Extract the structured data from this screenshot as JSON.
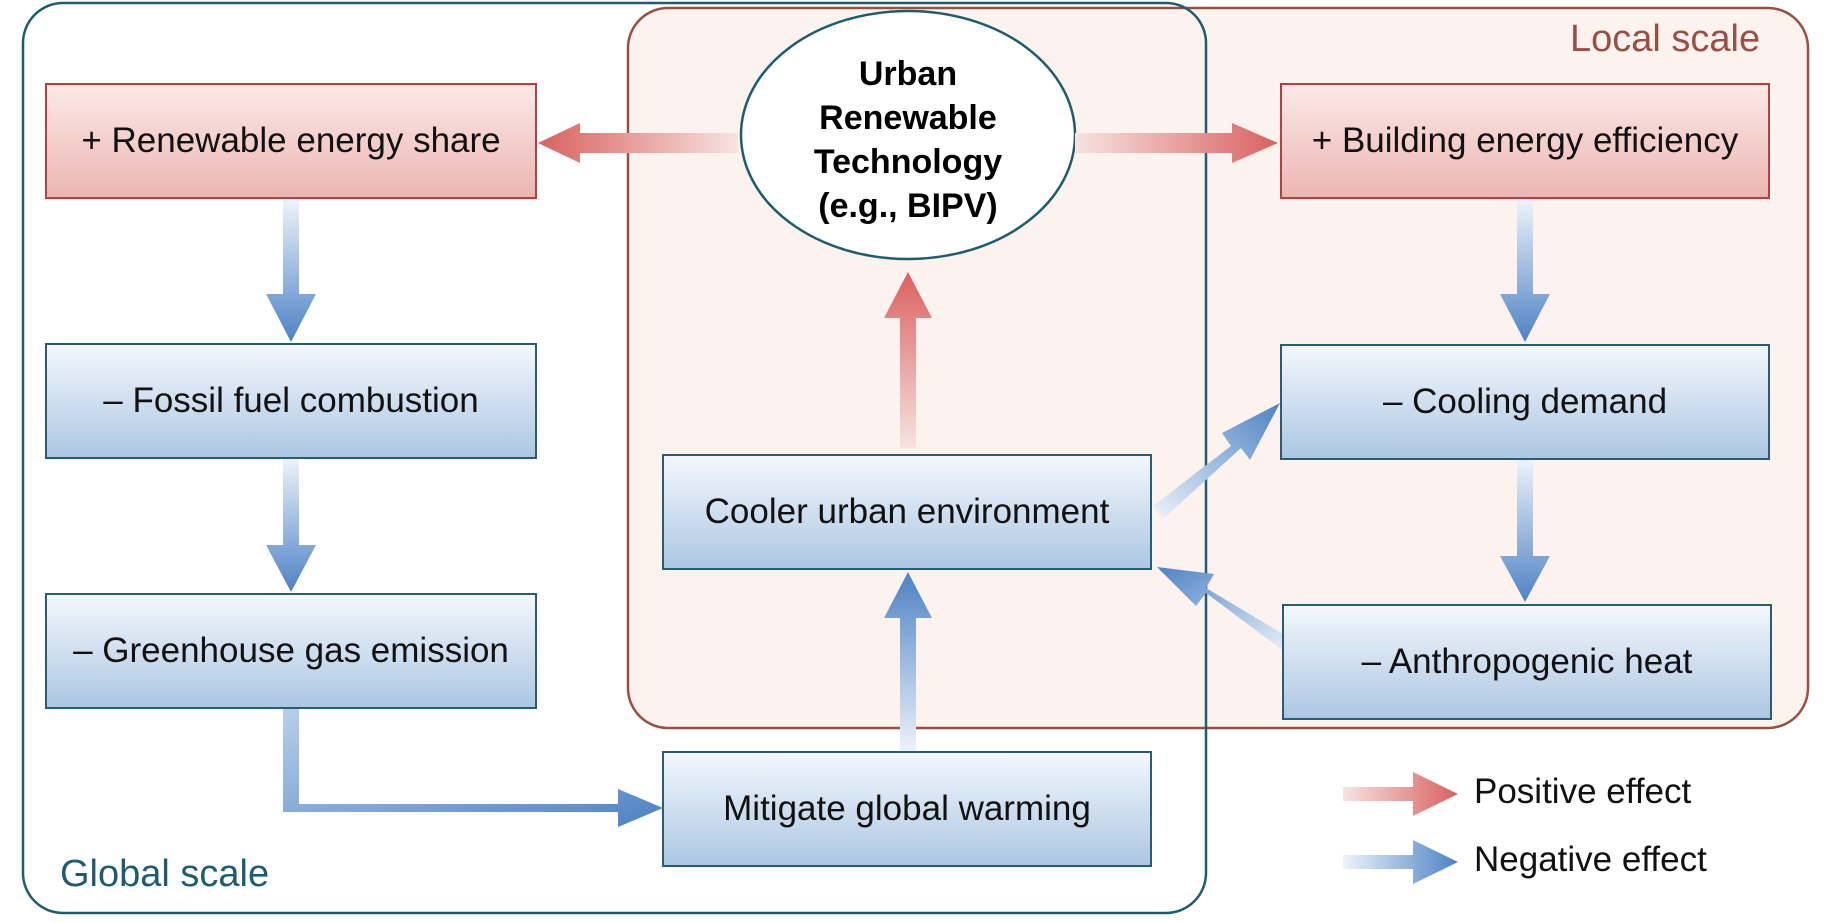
{
  "regions": {
    "local_label": "Local scale",
    "global_label": "Global scale"
  },
  "center": {
    "label": "Urban\nRenewable\nTechnology\n(e.g., BIPV)"
  },
  "boxes": {
    "renewable_share": "+ Renewable energy share",
    "fossil_fuel": "– Fossil fuel combustion",
    "greenhouse_gas": "– Greenhouse gas emission",
    "mitigate_warming": "Mitigate global warming",
    "cooler_urban": "Cooler urban environment",
    "building_efficiency": "+ Building energy efficiency",
    "cooling_demand": "– Cooling demand",
    "anthropogenic_heat": "– Anthropogenic heat"
  },
  "legend": {
    "positive": "Positive effect",
    "negative": "Negative effect"
  },
  "colors": {
    "positive_arrow": "#d9615f",
    "negative_arrow": "#4d82c4",
    "local_border": "#9a4f44",
    "local_fill": "#fdf3ee",
    "global_border": "#1f5d6e"
  }
}
